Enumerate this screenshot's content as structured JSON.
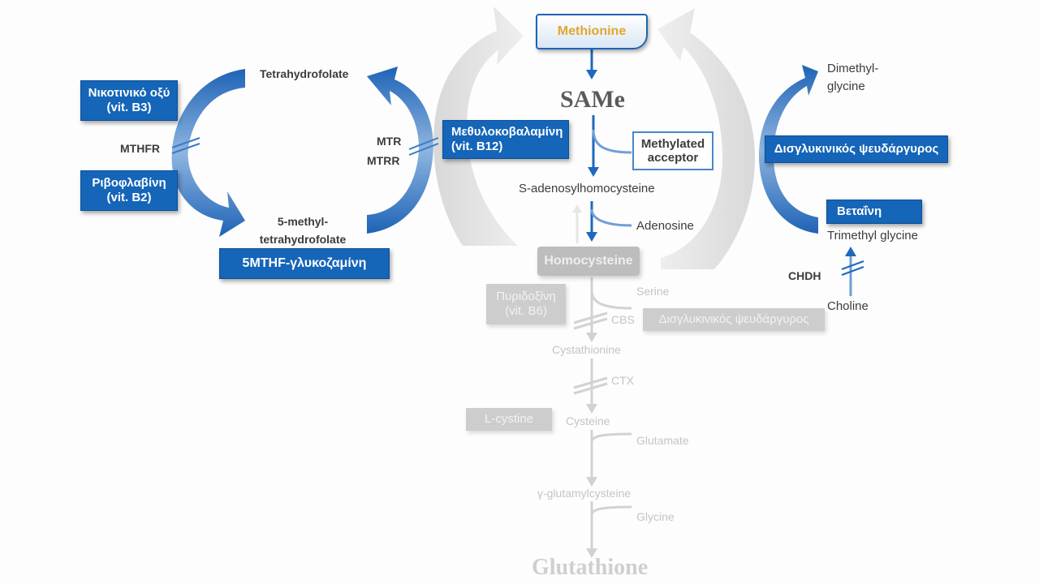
{
  "nodes": {
    "methionine": "Methionine",
    "same": "SAMe",
    "methylated_acceptor": [
      "Methylated",
      "acceptor"
    ],
    "s_adenosylhomocysteine": "S-adenosylhomocysteine",
    "adenosine": "Adenosine",
    "homocysteine": "Homocysteine",
    "tetrahydrofolate": "Tetrahydrofolate",
    "methyl_thf": [
      "5-methyl-",
      "tetrahydrofolate"
    ],
    "dimethylglycine": [
      "Dimethyl-",
      "glycine"
    ],
    "trimethyl_glycine": "Trimethyl glycine",
    "choline": "Choline",
    "serine": "Serine",
    "cystathionine": "Cystathionine",
    "cysteine": "Cysteine",
    "glutamate": "Glutamate",
    "gamma_glutamylcysteine": "γ-glutamylcysteine",
    "glycine": "Glycine",
    "glutathione": "Glutathione"
  },
  "enzymes": {
    "mthfr": "MTHFR",
    "mtr": "MTR",
    "mtrr": "MTRR",
    "chdh": "CHDH",
    "cbs": "CBS",
    "ctx": "CTX"
  },
  "supplements": {
    "niacin": [
      "Νικοτινικό οξύ",
      "(vit. B3)"
    ],
    "riboflavin": [
      "Ριβοφλαβίνη",
      "(vit. B2)"
    ],
    "mthf_glucosamine": "5MTHF-γλυκοζαμίνη",
    "methylcobalamin": [
      "Μεθυλοκοβαλαμίνη",
      "(vit. B12)"
    ],
    "zinc_bisglycinate": "Δισγλυκινικός ψευδάργυρος",
    "betaine": "Βεταΐνη",
    "pyridoxine": [
      "Πυριδοξίνη",
      "(vit. B6)"
    ],
    "zinc_bisglycinate_2": "Δισγλυκινικός ψευδάργυρος",
    "l_cystine": "L-cystine"
  },
  "colors": {
    "blue_box": "#1565b8",
    "arrow_blue": "#1f68bd",
    "faded_gray": "#c4c4c4",
    "methionine_text": "#e0a72e"
  }
}
